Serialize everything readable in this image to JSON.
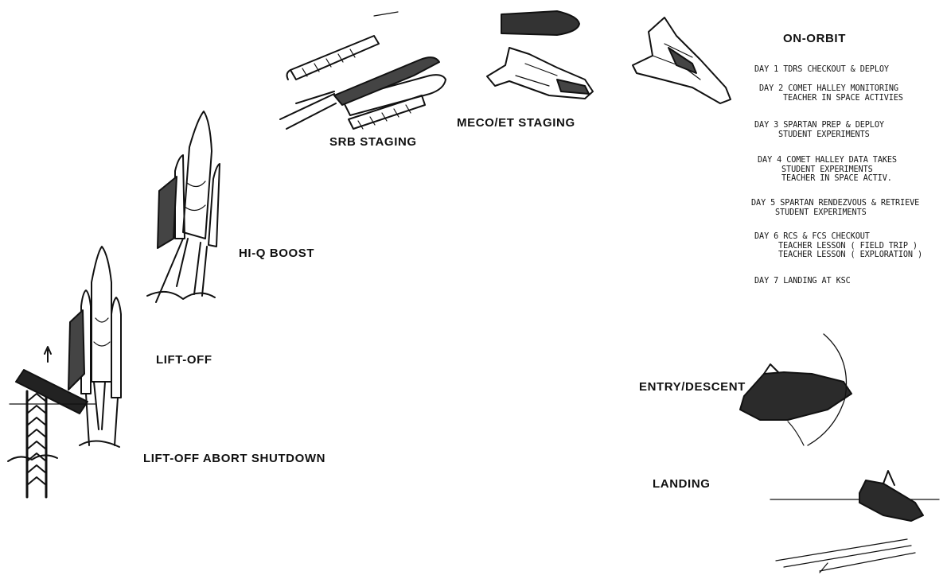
{
  "labels": {
    "lift_off_abort": "LIFT-OFF ABORT SHUTDOWN",
    "lift_off": "LIFT-OFF",
    "hi_q": "HI-Q BOOST",
    "srb": "SRB STAGING",
    "meco": "MECO/ET STAGING",
    "on_orbit": "ON-ORBIT",
    "entry": "ENTRY/DESCENT",
    "landing": "LANDING"
  },
  "days": [
    {
      "lines": [
        "DAY 1 TDRS CHECKOUT & DEPLOY"
      ]
    },
    {
      "lines": [
        "DAY 2 COMET HALLEY MONITORING",
        "TEACHER IN SPACE ACTIVIES"
      ]
    },
    {
      "lines": [
        "DAY 3 SPARTAN PREP & DEPLOY",
        "STUDENT EXPERIMENTS"
      ]
    },
    {
      "lines": [
        "DAY 4 COMET HALLEY DATA TAKES",
        "STUDENT EXPERIMENTS",
        "TEACHER IN SPACE ACTIV."
      ]
    },
    {
      "lines": [
        "DAY 5 SPARTAN RENDEZVOUS & RETRIEVE",
        "STUDENT EXPERIMENTS"
      ]
    },
    {
      "lines": [
        "DAY 6 RCS & FCS CHECKOUT",
        "TEACHER LESSON ( FIELD TRIP )",
        "TEACHER LESSON ( EXPLORATION )"
      ]
    },
    {
      "lines": [
        "DAY 7 LANDING AT KSC"
      ]
    }
  ]
}
